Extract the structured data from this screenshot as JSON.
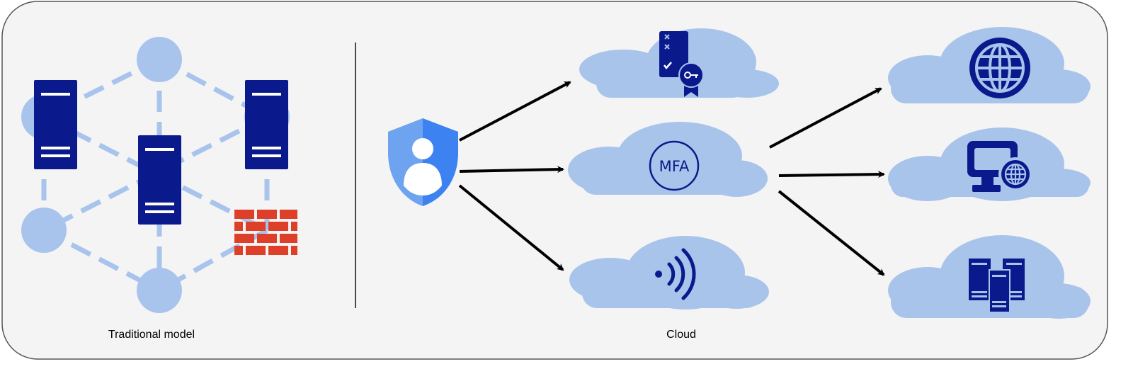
{
  "captions": {
    "left": "Traditional model",
    "right": "Cloud"
  },
  "mfa": {
    "label": "MFA"
  },
  "colors": {
    "panel_bg": "#f4f4f5",
    "panel_border": "#555555",
    "node_blue": "#aac4ea",
    "server_navy": "#0a1a8c",
    "firewall_red": "#de3f28",
    "shield_light": "#6ea3f0",
    "shield_dark": "#3c82f0",
    "arrow": "#000000"
  },
  "icons": {
    "left_servers": "server-icon",
    "firewall": "firewall-icon",
    "identity": "shield-user-icon",
    "top_cloud": "certificate-key-icon",
    "middle_cloud": "mfa-icon",
    "bottom_cloud": "wifi-icon",
    "right_top": "globe-icon",
    "right_middle": "desktop-globe-icon",
    "right_bottom": "server-rack-icon"
  }
}
